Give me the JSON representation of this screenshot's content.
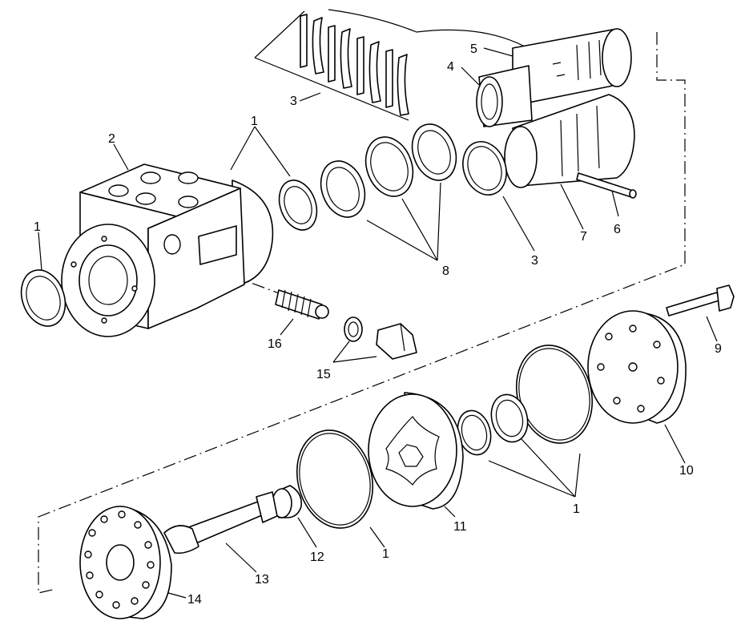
{
  "callouts": {
    "c1_top": "1",
    "c1_left": "1",
    "c1_bottom_mid": "1",
    "c1_bottom_right": "1",
    "c2": "2",
    "c3_top": "3",
    "c3_right": "3",
    "c4": "4",
    "c5": "5",
    "c6": "6",
    "c7": "7",
    "c8": "8",
    "c9": "9",
    "c10": "10",
    "c11": "11",
    "c12": "12",
    "c13": "13",
    "c14": "14",
    "c15": "15",
    "c16": "16"
  }
}
